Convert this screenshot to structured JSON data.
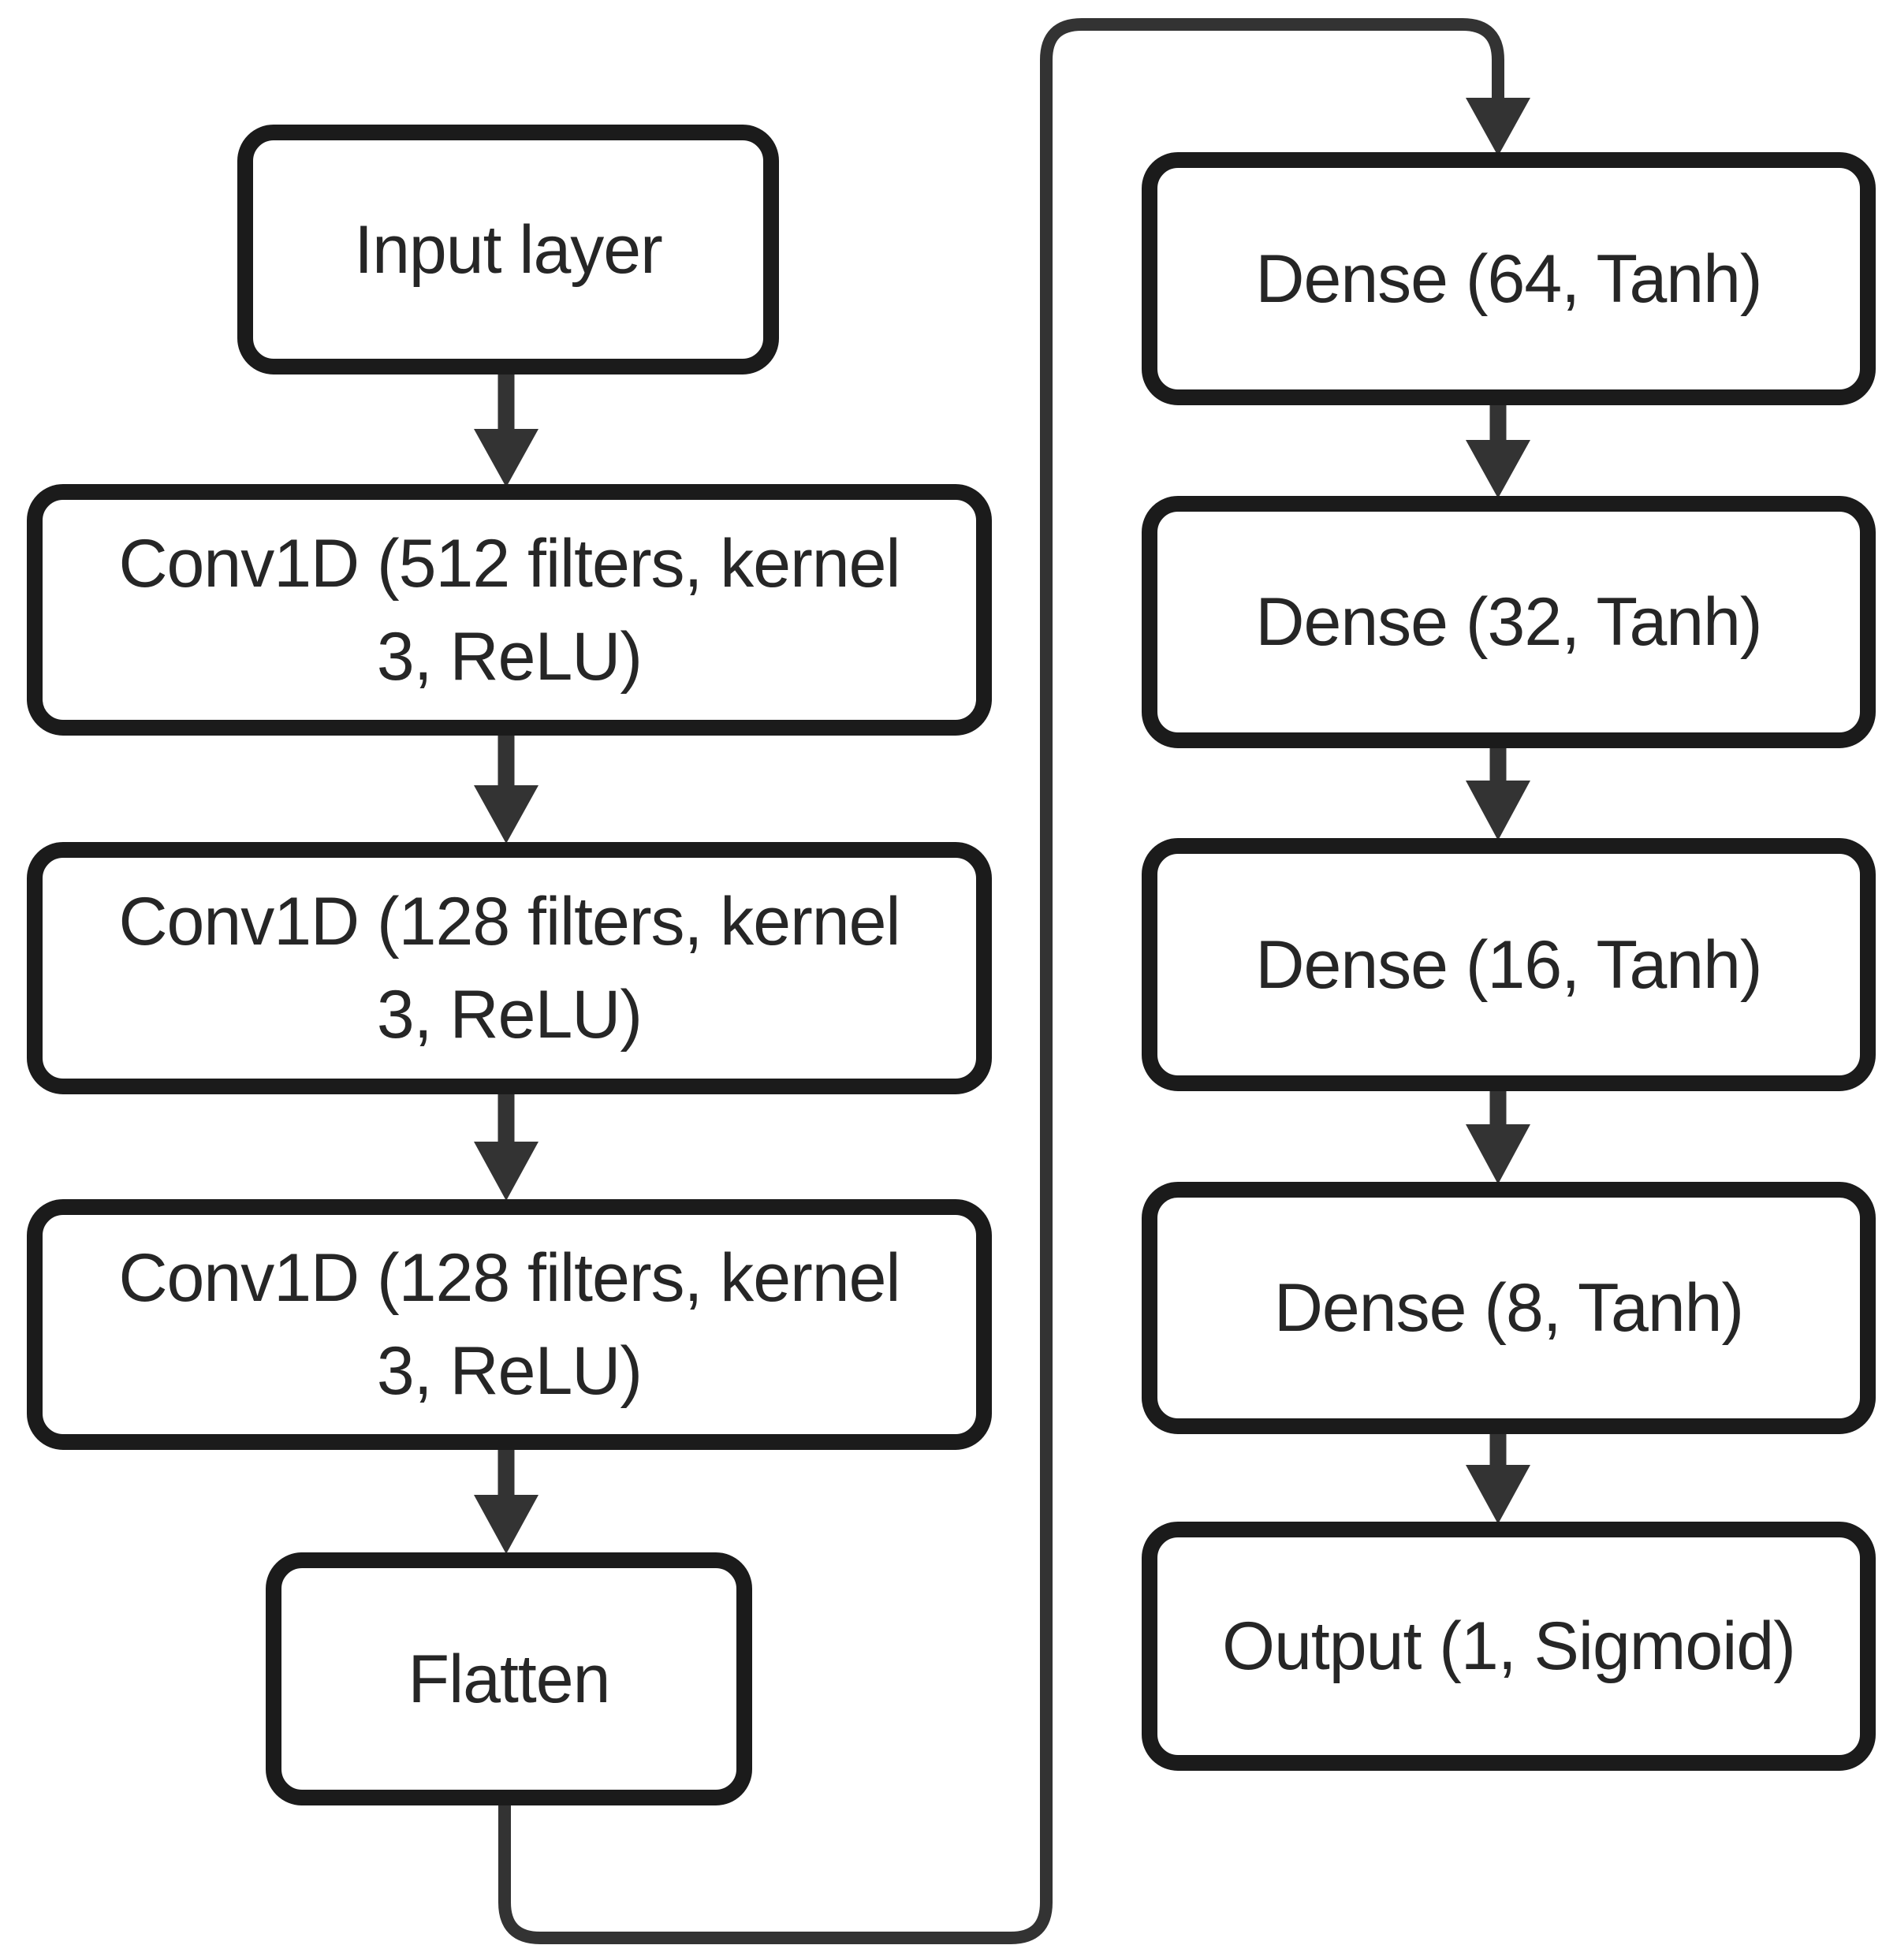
{
  "diagram": {
    "type": "flowchart",
    "description": "Neural network architecture flow diagram: Conv1D feature extractor followed by Dense classifier head",
    "colors": {
      "background": "#ffffff",
      "box_border": "#1b1b1b",
      "box_fill": "#ffffff",
      "connector": "#333333",
      "text": "#262626"
    },
    "left_column": [
      {
        "id": "input",
        "label": "Input layer",
        "lines": [
          "Input layer"
        ]
      },
      {
        "id": "conv512",
        "label": "Conv1D (512 filters, kernel 3, ReLU)",
        "lines": [
          "Conv1D (512 filters, kernel",
          "3, ReLU)"
        ]
      },
      {
        "id": "conv128a",
        "label": "Conv1D (128 filters, kernel 3, ReLU)",
        "lines": [
          "Conv1D (128 filters, kernel",
          "3, ReLU)"
        ]
      },
      {
        "id": "conv128b",
        "label": "Conv1D (128 filters, kernel 3, ReLU)",
        "lines": [
          "Conv1D (128 filters, kernel",
          "3, ReLU)"
        ]
      },
      {
        "id": "flatten",
        "label": "Flatten",
        "lines": [
          "Flatten"
        ]
      }
    ],
    "right_column": [
      {
        "id": "dense64",
        "label": "Dense (64, Tanh)",
        "lines": [
          "Dense (64, Tanh)"
        ]
      },
      {
        "id": "dense32",
        "label": "Dense (32, Tanh)",
        "lines": [
          "Dense (32, Tanh)"
        ]
      },
      {
        "id": "dense16",
        "label": "Dense (16, Tanh)",
        "lines": [
          "Dense (16, Tanh)"
        ]
      },
      {
        "id": "dense8",
        "label": "Dense (8, Tanh)",
        "lines": [
          "Dense (8, Tanh)"
        ]
      },
      {
        "id": "output",
        "label": "Output (1, Sigmoid)",
        "lines": [
          "Output (1, Sigmoid)"
        ]
      }
    ],
    "edges": [
      {
        "from": "input",
        "to": "conv512",
        "style": "straight-arrow"
      },
      {
        "from": "conv512",
        "to": "conv128a",
        "style": "straight-arrow"
      },
      {
        "from": "conv128a",
        "to": "conv128b",
        "style": "straight-arrow"
      },
      {
        "from": "conv128b",
        "to": "flatten",
        "style": "straight-arrow"
      },
      {
        "from": "flatten",
        "to": "dense64",
        "style": "routed-arrow-down-right-up-right-down"
      },
      {
        "from": "dense64",
        "to": "dense32",
        "style": "straight-arrow"
      },
      {
        "from": "dense32",
        "to": "dense16",
        "style": "straight-arrow"
      },
      {
        "from": "dense16",
        "to": "dense8",
        "style": "straight-arrow"
      },
      {
        "from": "dense8",
        "to": "output",
        "style": "straight-arrow"
      }
    ]
  }
}
